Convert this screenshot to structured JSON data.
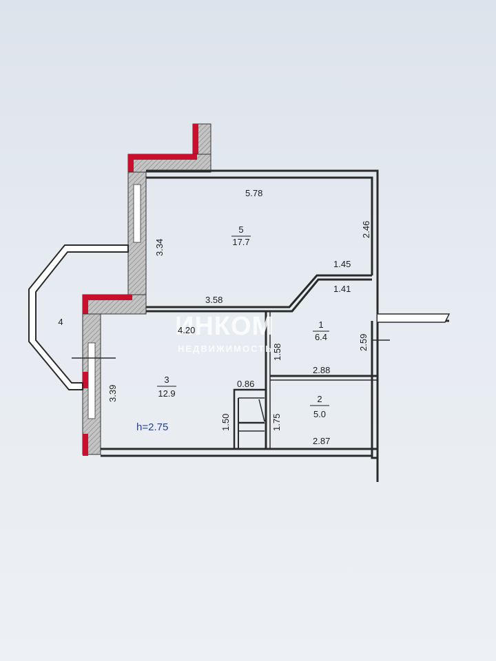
{
  "plan": {
    "rooms": [
      {
        "number": "1",
        "area": "6.4"
      },
      {
        "number": "2",
        "area": "5.0"
      },
      {
        "number": "3",
        "area": "12.9"
      },
      {
        "number": "4",
        "area": ""
      },
      {
        "number": "5",
        "area": "17.7"
      }
    ],
    "dimensions": {
      "top_width": "5.78",
      "right_upper": "2.46",
      "left_room5": "3.34",
      "notch_top": "1.45",
      "notch_bottom": "1.41",
      "partition_room5": "3.58",
      "room3_top": "4.20",
      "hall_height": "1.58",
      "right_mid": "2.59",
      "hall_bottom": "2.88",
      "niche_width": "0.86",
      "left_room3": "3.39",
      "niche_height": "1.50",
      "bath_height": "1.75",
      "bath_bottom": "2.87"
    },
    "ceiling_height": "h=2.75"
  },
  "watermark": {
    "name": "ИНКОМ",
    "subtitle": "НЕДВИЖИМОСТЬ"
  },
  "colors": {
    "wall": "#2a2a2a",
    "wall_hatch": "#a8a8a8",
    "exterior_red": "#c8102e",
    "height_label": "#1f3fa0"
  }
}
